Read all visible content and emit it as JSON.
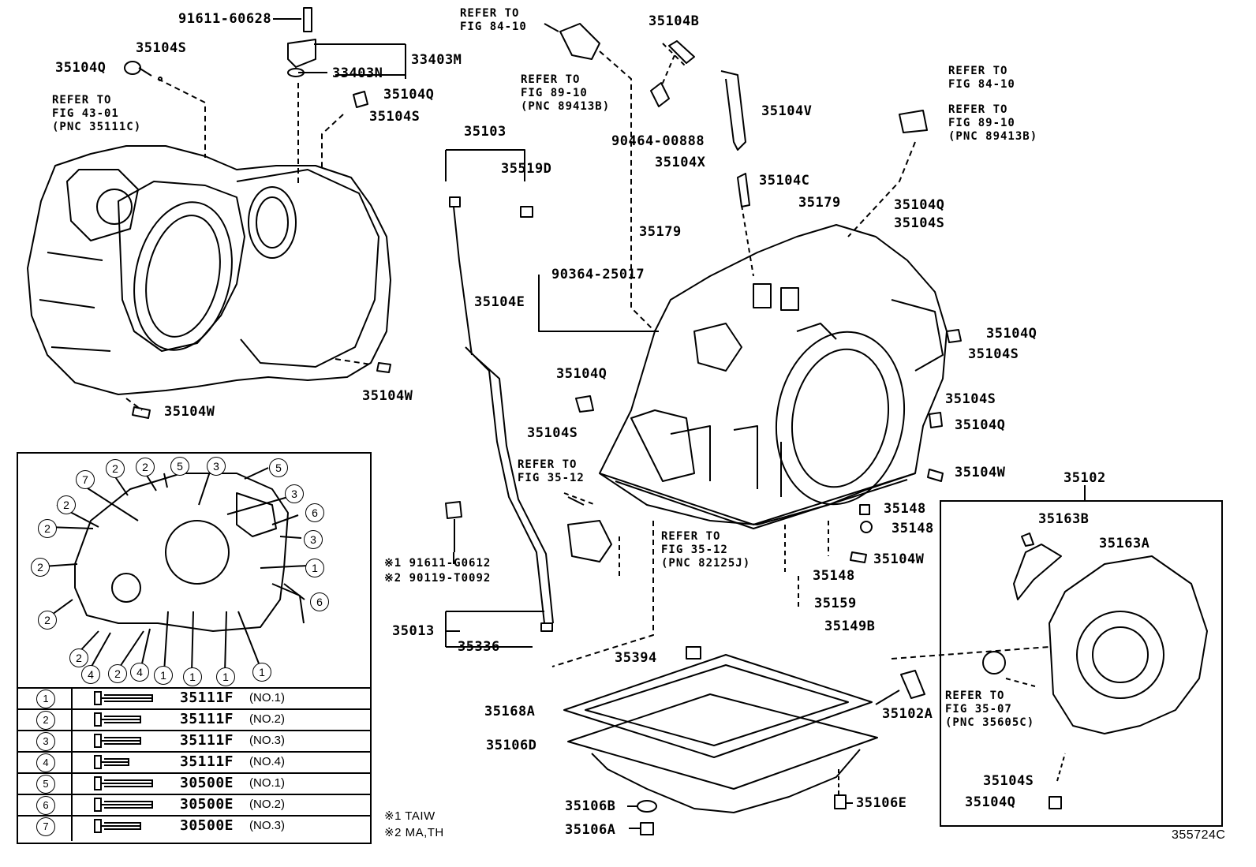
{
  "labels": {
    "l_91611_60628": "91611-60628",
    "l_33403M": "33403M",
    "l_33403N": "33403N",
    "l_35104S_top": "35104S",
    "l_35104Q_topleft": "35104Q",
    "l_35104Q_mid": "35104Q",
    "l_35104S_mid": "35104S",
    "l_35104W_a": "35104W",
    "l_35104W_b": "35104W",
    "l_35103": "35103",
    "l_35519D": "35519D",
    "l_35104B": "35104B",
    "l_90464_00888": "90464-00888",
    "l_35104V": "35104V",
    "l_35104X": "35104X",
    "l_35104C": "35104C",
    "l_35179_a": "35179",
    "l_35179_b": "35179",
    "l_90364_25017": "90364-25017",
    "l_35104E": "35104E",
    "l_35104Q_r1": "35104Q",
    "l_35104S_r1": "35104S",
    "l_35104Q_r2": "35104Q",
    "l_35104S_r2": "35104S",
    "l_35104S_r3": "35104S",
    "l_35104Q_r3": "35104Q",
    "l_35104W_r": "35104W",
    "l_35104Q_c": "35104Q",
    "l_35104S_c": "35104S",
    "l_35148_a": "35148",
    "l_35148_b": "35148",
    "l_35148_c": "35148",
    "l_35104W_c": "35104W",
    "l_35159": "35159",
    "l_35149B": "35149B",
    "l_35013": "35013",
    "l_35336": "35336",
    "l_35394": "35394",
    "l_35168A": "35168A",
    "l_35106D": "35106D",
    "l_35106B": "35106B",
    "l_35106A": "35106A",
    "l_35106E": "35106E",
    "l_35102": "35102",
    "l_35163B": "35163B",
    "l_35163A": "35163A",
    "l_35102A": "35102A",
    "l_35104S_br": "35104S",
    "l_35104Q_br": "35104Q",
    "l_n1": "※1 91611-G0612",
    "l_n2": "※2 90119-T0092",
    "fig_id": "355724C"
  },
  "refs": {
    "r1": [
      "REFER TO",
      "FIG 43-01",
      "(PNC 35111C)"
    ],
    "r2": [
      "REFER TO",
      "FIG 84-10"
    ],
    "r3": [
      "REFER TO",
      "FIG 89-10",
      "(PNC 89413B)"
    ],
    "r4": [
      "REFER TO",
      "FIG 84-10"
    ],
    "r5": [
      "REFER TO",
      "FIG 89-10",
      "(PNC 89413B)"
    ],
    "r6": [
      "REFER TO",
      "FIG 35-12"
    ],
    "r7": [
      "REFER TO",
      "FIG 35-12",
      "(PNC 82125J)"
    ],
    "r8": [
      "REFER TO",
      "FIG 35-07",
      "(PNC 35605C)"
    ]
  },
  "bolt_table": [
    {
      "idx": "1",
      "code": "35111F",
      "no": "(NO.1)"
    },
    {
      "idx": "2",
      "code": "35111F",
      "no": "(NO.2)"
    },
    {
      "idx": "3",
      "code": "35111F",
      "no": "(NO.3)"
    },
    {
      "idx": "4",
      "code": "35111F",
      "no": "(NO.4)"
    },
    {
      "idx": "5",
      "code": "30500E",
      "no": "(NO.1)"
    },
    {
      "idx": "6",
      "code": "30500E",
      "no": "(NO.2)"
    },
    {
      "idx": "7",
      "code": "30500E",
      "no": "(NO.3)"
    }
  ],
  "footnotes": {
    "f1": "※1 TAIW",
    "f2": "※2 MA,TH"
  },
  "bolt_markers": {
    "m1": "7",
    "m2": "2",
    "m3": "2",
    "m4": "5",
    "m5": "3",
    "m6": "5",
    "m7": "2",
    "m8": "3",
    "m9": "6",
    "m10": "2",
    "m11": "3",
    "m12": "2",
    "m13": "1",
    "m14": "2",
    "m15": "6",
    "m16": "2",
    "m17": "4",
    "m18": "2",
    "m19": "4",
    "m20": "1",
    "m21": "1",
    "m22": "1",
    "m23": "1"
  }
}
